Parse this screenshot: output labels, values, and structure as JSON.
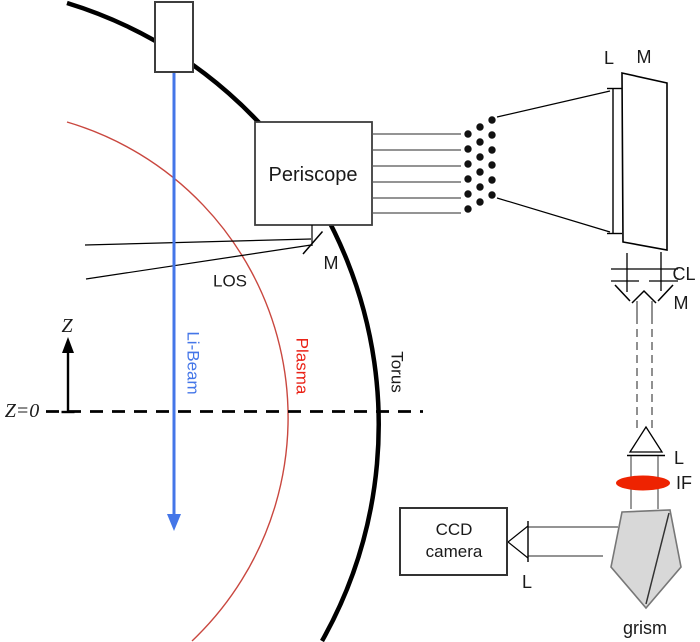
{
  "figure": {
    "labels": {
      "z_axis": "Z",
      "z_zero": "Z=0",
      "li_beam": "Li-Beam",
      "plasma": "Plasma",
      "torus": "Torus",
      "los": "LOS",
      "periscope": "Periscope",
      "periscope_mirror": "M",
      "lens_top": "L",
      "mirror_top": "M",
      "collimator_lens": "CL",
      "fold_mirror": "M",
      "lens_mid": "L",
      "interference_filter": "IF",
      "grism": "grism",
      "ccd_line1": "CCD",
      "ccd_line2": "camera",
      "ccd_lens": "L"
    },
    "colors": {
      "beam_blue": "#4476e8",
      "plasma_arc_red": "#c9473f",
      "plasma_text_red": "#ea2318",
      "filter_red": "#ee2301",
      "grism_gray": "#d8d8d8",
      "line_black": "#000000"
    }
  }
}
